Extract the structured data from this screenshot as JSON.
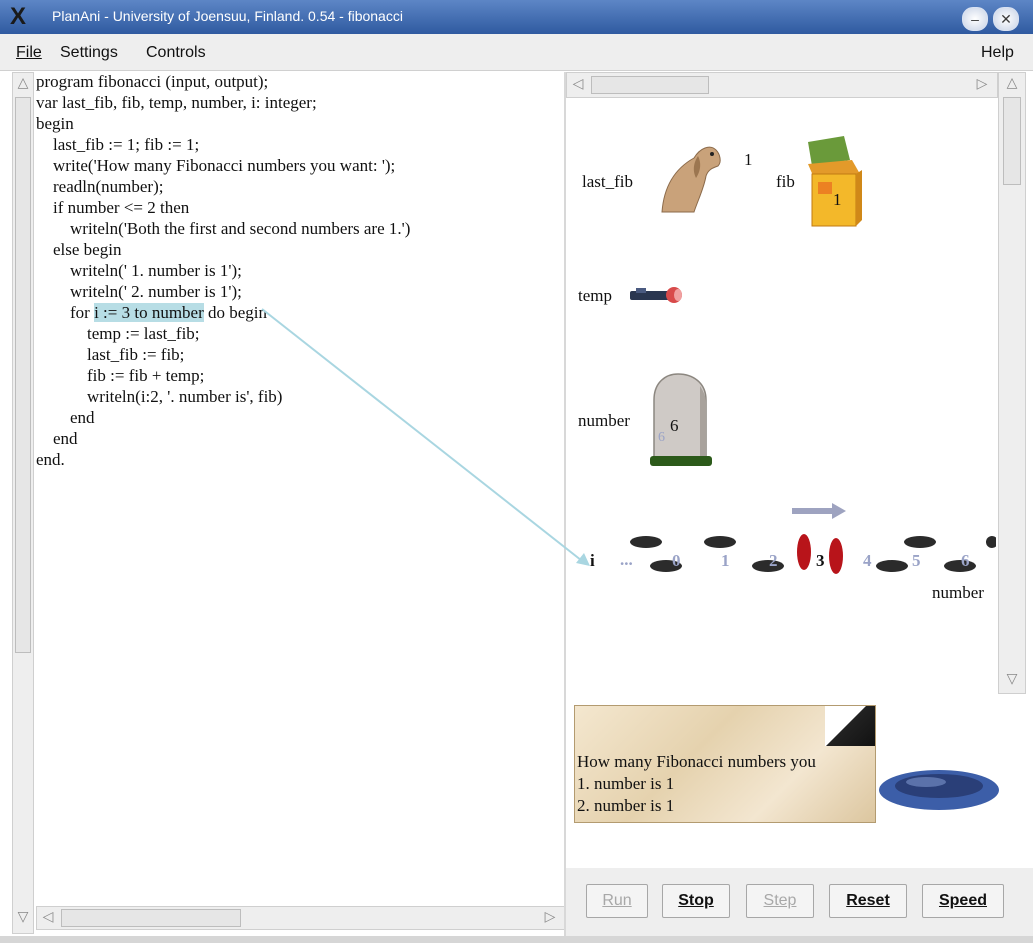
{
  "window": {
    "title": "PlanAni - University of Joensuu, Finland. 0.54 - fibonacci",
    "logo": "X",
    "minimize": "–",
    "close": "✕"
  },
  "menu": {
    "file": "File",
    "settings": "Settings",
    "controls": "Controls",
    "help": "Help"
  },
  "code": {
    "lines": [
      "program fibonacci (input, output);",
      "var last_fib, fib, temp, number, i: integer;",
      "begin",
      "    last_fib := 1; fib := 1;",
      "    write('How many Fibonacci numbers you want: ');",
      "    readln(number);",
      "    if number <= 2 then",
      "        writeln('Both the first and second numbers are 1.')",
      "    else begin",
      "        writeln(' 1. number is 1');",
      "        writeln(' 2. number is 1');",
      "        for ",
      "            temp := last_fib;",
      "            last_fib := fib;",
      "            fib := fib + temp;",
      "            writeln(i:2, '. number is', fib)",
      "        end",
      "    end",
      "end."
    ],
    "highlight": "i := 3 to number",
    "after_highlight": " do begin"
  },
  "variables": {
    "last_fib": {
      "label": "last_fib",
      "value": "1"
    },
    "fib": {
      "label": "fib",
      "value": "1"
    },
    "temp": {
      "label": "temp"
    },
    "number": {
      "label": "number",
      "value": "6",
      "ghost": "6"
    },
    "i": {
      "label": "i",
      "ellipsis": "...",
      "current": "3",
      "end_label": "number"
    }
  },
  "footsteps": [
    "0",
    "1",
    "2",
    "3",
    "4",
    "5",
    "6"
  ],
  "output": {
    "lines": [
      "How many Fibonacci numbers you",
      "1. number is 1",
      "2. number is 1"
    ]
  },
  "buttons": {
    "run": "Run",
    "stop": "Stop",
    "step": "Step",
    "reset": "Reset",
    "speed": "Speed"
  },
  "colors": {
    "titlebar": "#2f5aa0",
    "highlight": "#b7dde5",
    "arrow": "#a9d6e1"
  }
}
